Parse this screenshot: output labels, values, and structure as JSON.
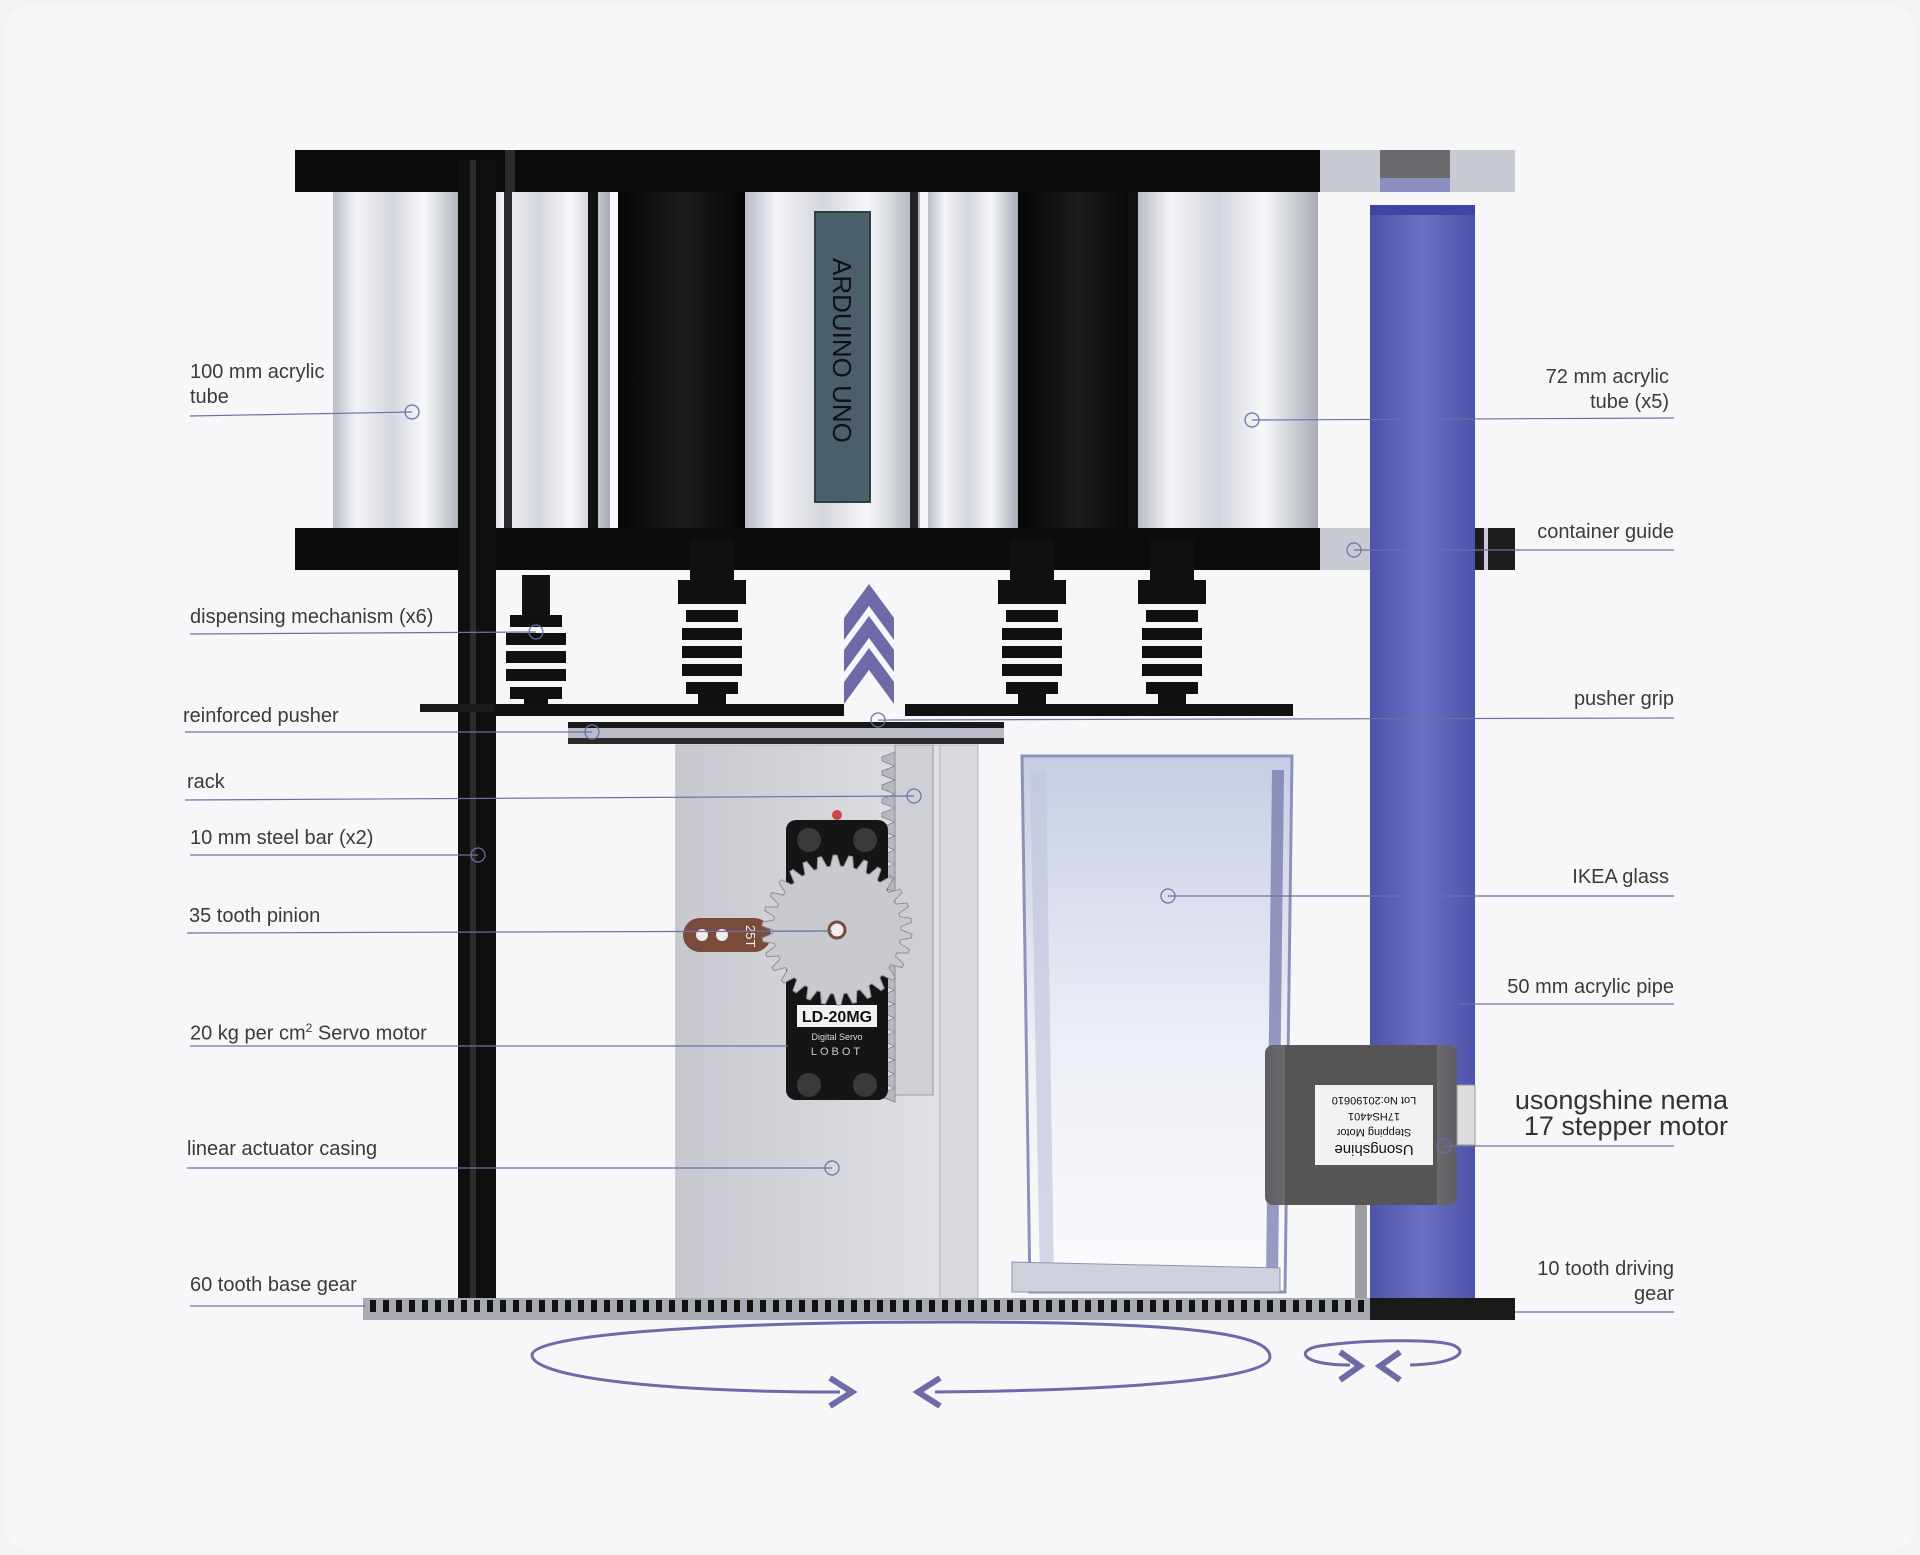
{
  "colors": {
    "background": "#f4f4f6",
    "leader": "#6b6fa8",
    "arrow": "#6e6aa8",
    "pipe": "#5a5fb0",
    "frame": "#0e0e0e"
  },
  "labels": {
    "tube_100": [
      "100 mm acrylic",
      "tube"
    ],
    "dispensing": "dispensing mechanism (x6)",
    "reinforced_pusher": "reinforced pusher",
    "rack": "rack",
    "steel_bar": "10 mm steel bar (x2)",
    "pinion": "35 tooth pinion",
    "servo_pre": "20 kg per cm",
    "servo_sup": "2",
    "servo_post": " Servo motor",
    "casing": "linear actuator casing",
    "base_gear": "60 tooth base gear",
    "tube_72": [
      "72 mm acrylic",
      "tube (x5)"
    ],
    "container_guide": "container guide",
    "pusher_grip": "pusher grip",
    "ikea_glass": "IKEA glass",
    "pipe_50": "50 mm acrylic pipe",
    "stepper": [
      "usongshine nema",
      "17 stepper motor"
    ],
    "driving_gear": [
      "10 tooth driving",
      "gear"
    ]
  },
  "component_text": {
    "arduino": "ARDUINO UNO",
    "servo_model": "LD-20MG",
    "servo_sub": "Digital Servo",
    "servo_brand": "LOBOT",
    "horn": "25T",
    "motor_brand": "Usongshine",
    "motor_type": "Stepping Motor",
    "motor_model": "17HS4401",
    "motor_lot": "Lot No:20190610"
  }
}
